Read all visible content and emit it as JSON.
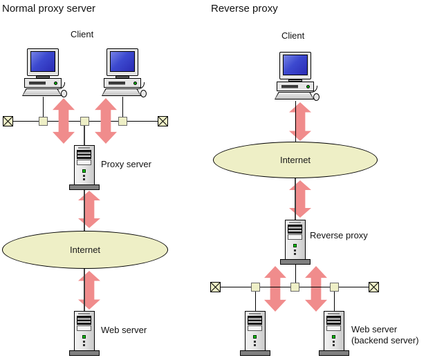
{
  "left_panel": {
    "title": "Normal proxy server",
    "client_label": "Client",
    "proxy_server_label": "Proxy server",
    "internet_label": "Internet",
    "web_server_label": "Web server"
  },
  "right_panel": {
    "title": "Reverse proxy",
    "client_label": "Client",
    "internet_label": "Internet",
    "reverse_proxy_label": "Reverse proxy",
    "web_server_label": "Web server",
    "web_server_sublabel": "(backend server)"
  },
  "colors": {
    "arrow_fill": "#F08C8C",
    "node_fill": "#EEEFC6",
    "ellipse_fill": "#EEEFC6",
    "screen_blue": "#2B2BB4",
    "server_base": "#808080"
  }
}
